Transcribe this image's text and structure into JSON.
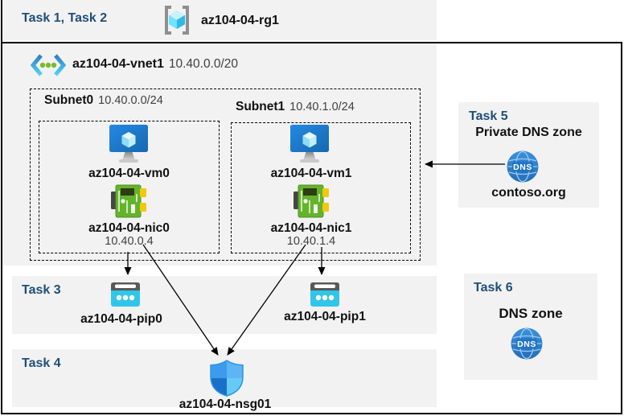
{
  "colors": {
    "task_header": "#1f4e79",
    "band_bg": "#f2f2f2",
    "frame_border": "#000000",
    "azure_blue": "#1779cf",
    "cyan": "#32c5ea",
    "green_nic": "#64b32c"
  },
  "top_band": {
    "task_label": "Task 1, Task 2",
    "rg_name": "az104-04-rg1"
  },
  "vnet": {
    "name": "az104-04-vnet1",
    "cidr": "10.40.0.0/20",
    "subnets": [
      {
        "name": "Subnet0",
        "cidr": "10.40.0.0/24",
        "vm": "az104-04-vm0",
        "nic": "az104-04-nic0",
        "ip": "10.40.0.4"
      },
      {
        "name": "Subnet1",
        "cidr": "10.40.1.0/24",
        "vm": "az104-04-vm1",
        "nic": "az104-04-nic1",
        "ip": "10.40.1.4"
      }
    ]
  },
  "task3": {
    "label": "Task 3",
    "pip0": "az104-04-pip0",
    "pip1": "az104-04-pip1"
  },
  "task4": {
    "label": "Task 4",
    "nsg": "az104-04-nsg01"
  },
  "task5": {
    "label": "Task 5",
    "title": "Private DNS zone",
    "zone": "contoso.org",
    "icon_text": "DNS"
  },
  "task6": {
    "label": "Task 6",
    "title": "DNS zone",
    "icon_text": "DNS"
  }
}
